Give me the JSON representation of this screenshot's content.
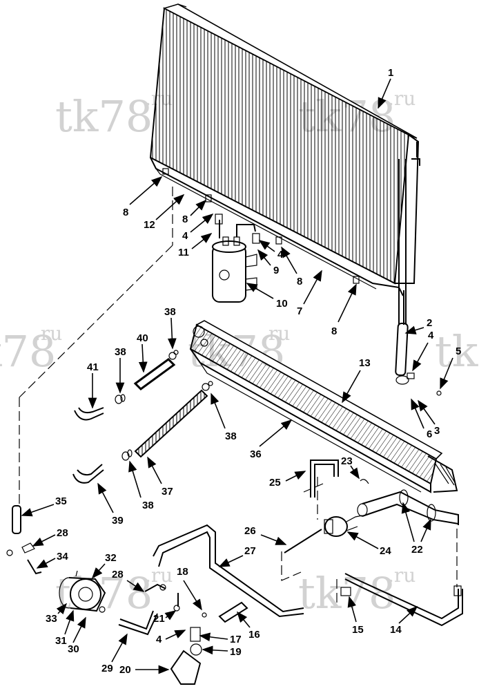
{
  "watermark": {
    "text": "tk78",
    "suffix": ".ru"
  },
  "callouts": [
    "1",
    "2",
    "3",
    "4",
    "5",
    "6",
    "7",
    "8",
    "9",
    "10",
    "11",
    "12",
    "13",
    "14",
    "15",
    "16",
    "17",
    "18",
    "19",
    "20",
    "21",
    "22",
    "23",
    "24",
    "25",
    "26",
    "27",
    "28",
    "29",
    "30",
    "31",
    "32",
    "33",
    "34",
    "35",
    "36",
    "37",
    "38",
    "39",
    "40",
    "41"
  ],
  "parts": [
    {
      "id": "1",
      "name": "condenser"
    },
    {
      "id": "10",
      "name": "receiver-drier"
    },
    {
      "id": "13",
      "name": "evaporator"
    },
    {
      "id": "24",
      "name": "expansion-valve"
    },
    {
      "id": "30",
      "name": "compressor"
    }
  ]
}
